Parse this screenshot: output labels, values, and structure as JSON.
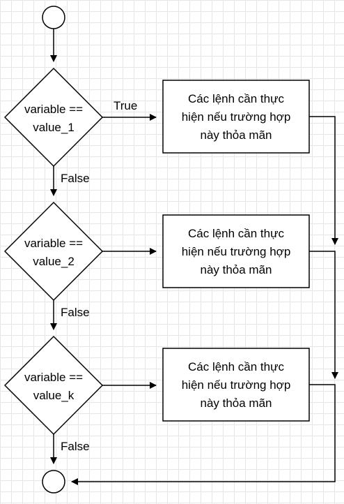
{
  "flowchart": {
    "decisions": [
      {
        "line1": "variable ==",
        "line2": "value_1"
      },
      {
        "line1": "variable ==",
        "line2": "value_2"
      },
      {
        "line1": "variable ==",
        "line2": "value_k"
      }
    ],
    "actions": [
      {
        "line1": "Các lệnh cần thực",
        "line2": "hiện nếu trường hợp",
        "line3": "này thỏa mãn"
      },
      {
        "line1": "Các lệnh cần thực",
        "line2": "hiện nếu trường hợp",
        "line3": "này thỏa mãn"
      },
      {
        "line1": "Các lệnh cần thực",
        "line2": "hiện nếu trường hợp",
        "line3": "này thỏa mãn"
      }
    ],
    "edge_labels": {
      "true_1": "True",
      "false_1": "False",
      "false_2": "False",
      "false_3": "False"
    }
  }
}
